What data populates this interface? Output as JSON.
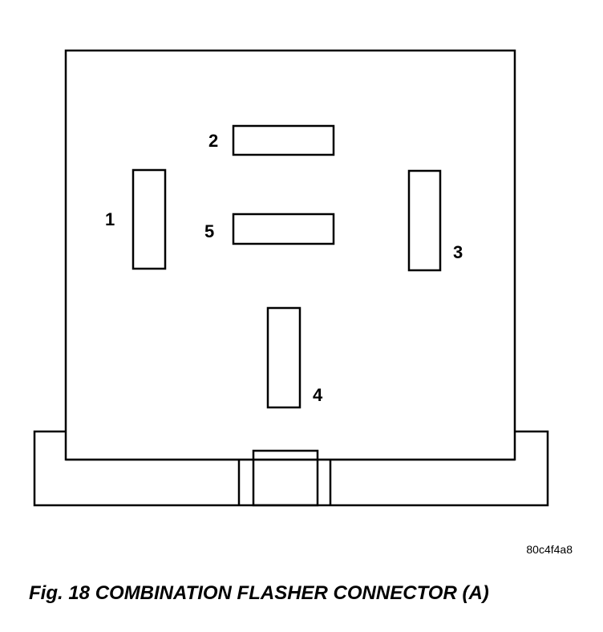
{
  "diagram": {
    "pins": [
      {
        "id": "pin-1",
        "label": "1"
      },
      {
        "id": "pin-2",
        "label": "2"
      },
      {
        "id": "pin-3",
        "label": "3"
      },
      {
        "id": "pin-4",
        "label": "4"
      },
      {
        "id": "pin-5",
        "label": "5"
      }
    ],
    "reference_code": "80c4f4a8",
    "caption": "Fig. 18 COMBINATION FLASHER CONNECTOR (A)"
  }
}
